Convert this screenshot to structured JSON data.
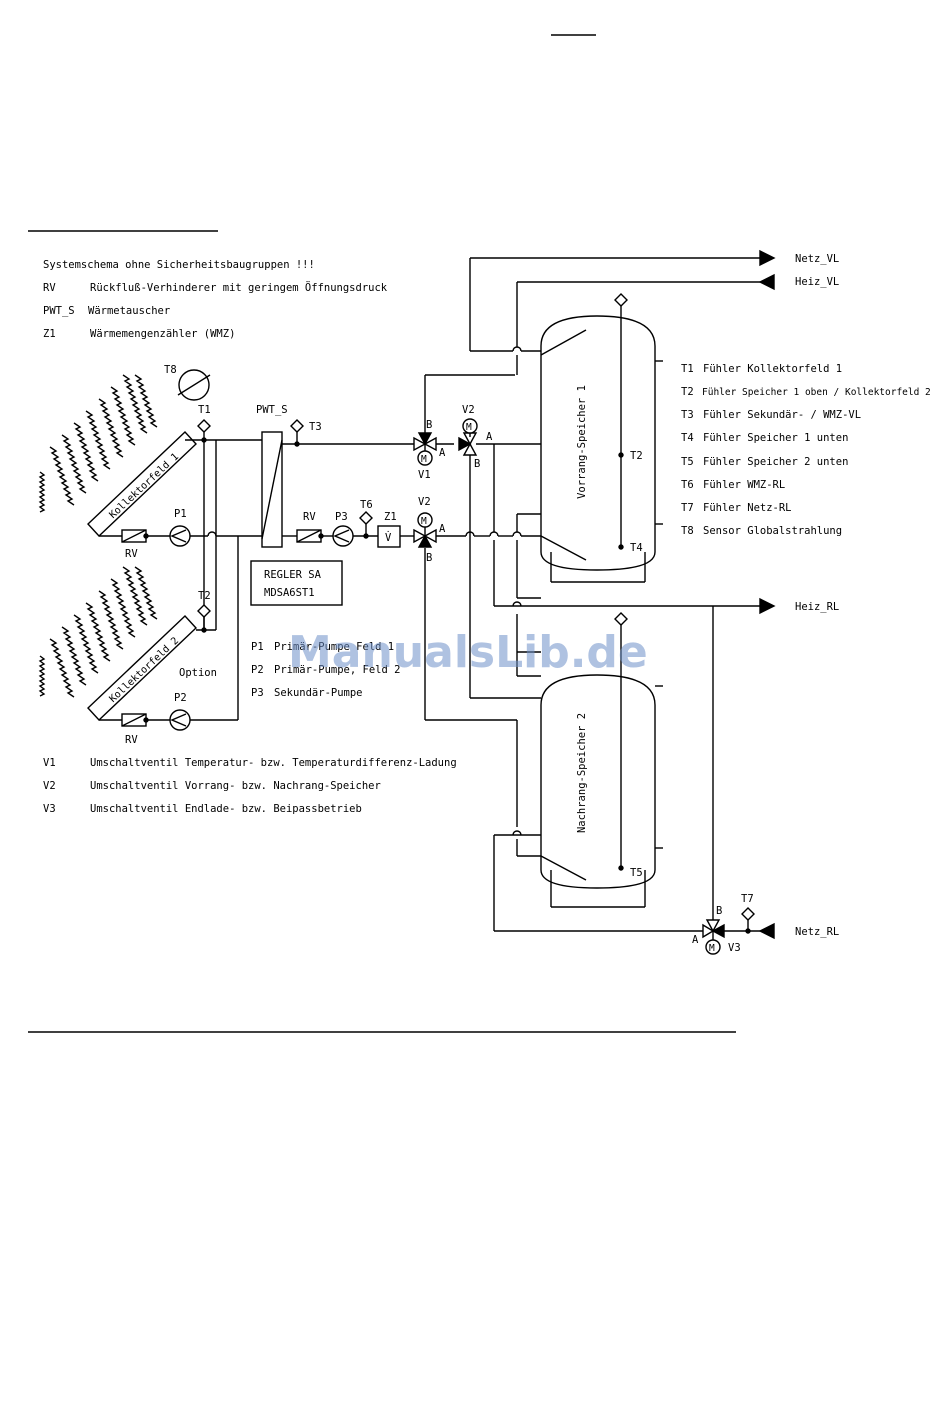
{
  "legend_top": [
    {
      "key": "",
      "text": "Systemschema ohne Sicherheitsbaugruppen !!!"
    },
    {
      "key": "RV",
      "text": "Rückfluß-Verhinderer mit geringem Öffnungsdruck"
    },
    {
      "key": "PWT_S",
      "text": "Wärmetauscher"
    },
    {
      "key": "Z1",
      "text": "Wärmemengenzähler (WMZ)"
    }
  ],
  "sensors_legend": [
    {
      "key": "T1",
      "text": "Fühler Kollektorfeld 1"
    },
    {
      "key": "T2",
      "text": "Fühler Speicher 1 oben / Kollektorfeld 2"
    },
    {
      "key": "T3",
      "text": "Fühler Sekundär- / WMZ-VL"
    },
    {
      "key": "T4",
      "text": "Fühler Speicher 1 unten"
    },
    {
      "key": "T5",
      "text": "Fühler Speicher 2 unten"
    },
    {
      "key": "T6",
      "text": "Fühler WMZ-RL"
    },
    {
      "key": "T7",
      "text": "Fühler Netz-RL"
    },
    {
      "key": "T8",
      "text": "Sensor Globalstrahlung"
    }
  ],
  "pumps_legend": [
    {
      "key": "P1",
      "text": "Primär-Pumpe Feld 1"
    },
    {
      "key": "P2",
      "text": "Primär-Pumpe, Feld 2"
    },
    {
      "key": "P3",
      "text": "Sekundär-Pumpe"
    }
  ],
  "valves_legend": [
    {
      "key": "V1",
      "text": "Umschaltventil Temperatur- bzw. Temperaturdifferenz-Ladung"
    },
    {
      "key": "V2",
      "text": "Umschaltventil Vorrang- bzw. Nachrang-Speicher"
    },
    {
      "key": "V3",
      "text": "Umschaltventil Endlade- bzw. Beipassbetrieb"
    }
  ],
  "components": {
    "collector1": "Kollektorfeld 1",
    "collector2": "Kollektorfeld 2",
    "option": "Option",
    "pwt": "PWT_S",
    "controller_line1": "REGLER SA",
    "controller_line2": "MDSA6ST1",
    "tank1": "Vorrang-Speicher 1",
    "tank2": "Nachrang-Speicher 2",
    "rv": "RV",
    "p1": "P1",
    "p2": "P2",
    "p3": "P3",
    "v1": "V1",
    "v2": "V2",
    "v3": "V3",
    "z1": "Z1",
    "z1_symbol": "V̇",
    "t1": "T1",
    "t2": "T2",
    "t3": "T3",
    "t4": "T4",
    "t5": "T5",
    "t6": "T6",
    "t7": "T7",
    "t8": "T8",
    "motor": "M",
    "port_a": "A",
    "port_b": "B"
  },
  "connections": {
    "netz_vl": "Netz_VL",
    "heiz_vl": "Heiz_VL",
    "heiz_rl": "Heiz_RL",
    "netz_rl": "Netz_RL"
  },
  "watermark": "ManualsLib.de"
}
